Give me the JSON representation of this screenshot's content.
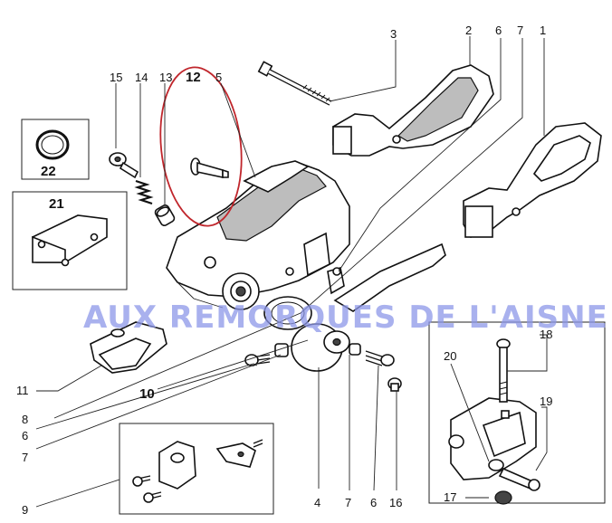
{
  "watermark": "AUX REMORQUES DE L'AISNE",
  "highlight_color": "#c0262c",
  "watermark_color": "#8c97e8",
  "labels": {
    "l1": "1",
    "l2": "2",
    "l3": "3",
    "l4": "4",
    "l5": "5",
    "l6a": "6",
    "l6b": "6",
    "l6c": "6",
    "l7a": "7",
    "l7b": "7",
    "l7c": "7",
    "l8": "8",
    "l9": "9",
    "l10": "10",
    "l11": "11",
    "l12": "12",
    "l13": "13",
    "l14": "14",
    "l15": "15",
    "l16": "16",
    "l17": "17",
    "l18": "18",
    "l19": "19",
    "l20": "20",
    "l21": "21",
    "l22": "22"
  }
}
